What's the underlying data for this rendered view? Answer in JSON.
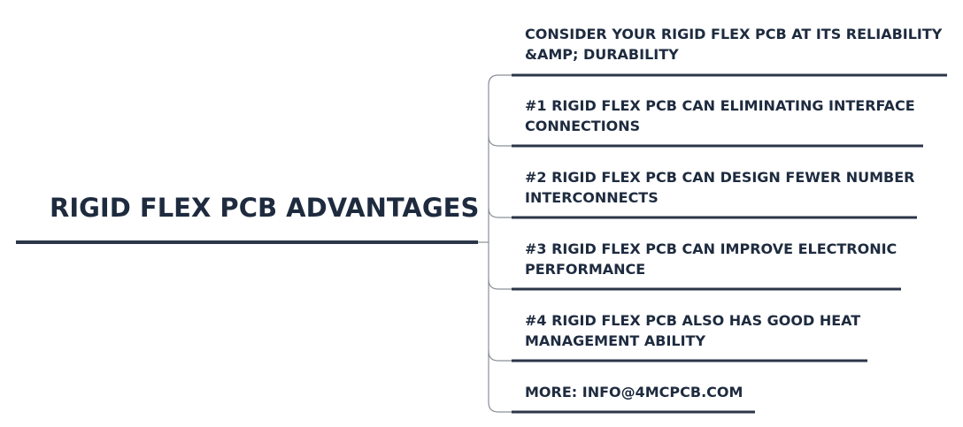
{
  "root": {
    "title": "RIGID FLEX PCB ADVANTAGES"
  },
  "branches": [
    {
      "line1": "CONSIDER YOUR RIGID FLEX PCB AT ITS RELIABILITY",
      "line2": "&AMP; DURABILITY"
    },
    {
      "line1": "#1 RIGID FLEX PCB CAN ELIMINATING INTERFACE",
      "line2": "CONNECTIONS"
    },
    {
      "line1": "#2 RIGID FLEX PCB CAN DESIGN FEWER NUMBER",
      "line2": "INTERCONNECTS"
    },
    {
      "line1": "#3 RIGID FLEX PCB CAN IMPROVE ELECTRONIC",
      "line2": "PERFORMANCE"
    },
    {
      "line1": "#4 RIGID FLEX PCB ALSO HAS GOOD HEAT",
      "line2": "MANAGEMENT ABILITY"
    },
    {
      "line1": "MORE: INFO@4MCPCB.COM",
      "line2": ""
    }
  ],
  "colors": {
    "text": "#1e2b3f",
    "line": "#2b3648",
    "connector": "#8a8f98"
  }
}
